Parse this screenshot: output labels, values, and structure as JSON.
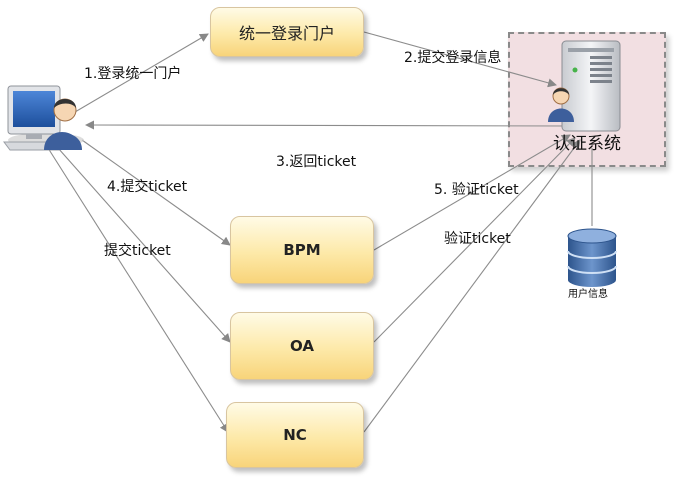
{
  "nodes": {
    "portal": "统一登录门户",
    "bpm": "BPM",
    "oa": "OA",
    "nc": "NC"
  },
  "auth": {
    "label": "认证系统"
  },
  "database": {
    "label": "用户信息"
  },
  "edges": {
    "step1": "1.登录统一门户",
    "step2": "2.提交登录信息",
    "step3": "3.返回ticket",
    "step4": "4.提交ticket",
    "step5": "5. 验证ticket",
    "submit": "提交ticket",
    "verify": "验证ticket"
  },
  "colors": {
    "node_fill_top": "#fffbe6",
    "node_fill_bottom": "#f8d47a",
    "auth_zone": "#f2dfe2",
    "arrow": "#888888",
    "user_body": "#3d5f9c",
    "database": "#3f6aa5"
  }
}
